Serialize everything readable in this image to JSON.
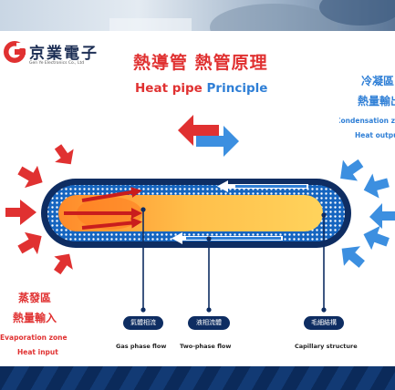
{
  "logo": {
    "mark": "G",
    "name_zh": "京業電子",
    "name_en": "Gen Ye Electronics Co., Ltd"
  },
  "title": {
    "zh": "熱導管  熱管原理",
    "en_part1": "Heat pipe",
    "en_part2": "Principle"
  },
  "evaporation": {
    "zh_line1": "蒸發區",
    "zh_line2": "熱量輸入",
    "en_line1": "Evaporation zone",
    "en_line2": "Heat input"
  },
  "condensation": {
    "zh_line1": "冷凝區",
    "zh_line2": "熱量輸出",
    "en_line1": "Condensation zone",
    "en_line2": "Heat output"
  },
  "callouts": [
    {
      "zh": "氣體相流",
      "en": "Gas phase flow"
    },
    {
      "zh": "液相流體",
      "en": "Two-phase flow"
    },
    {
      "zh": "毛細結構",
      "en": "Capillary structure"
    }
  ],
  "colors": {
    "heat_red": "#e03131",
    "cool_blue": "#2f7fd6",
    "navy": "#0e2d62",
    "vapor_orange": "#ffb63a"
  }
}
